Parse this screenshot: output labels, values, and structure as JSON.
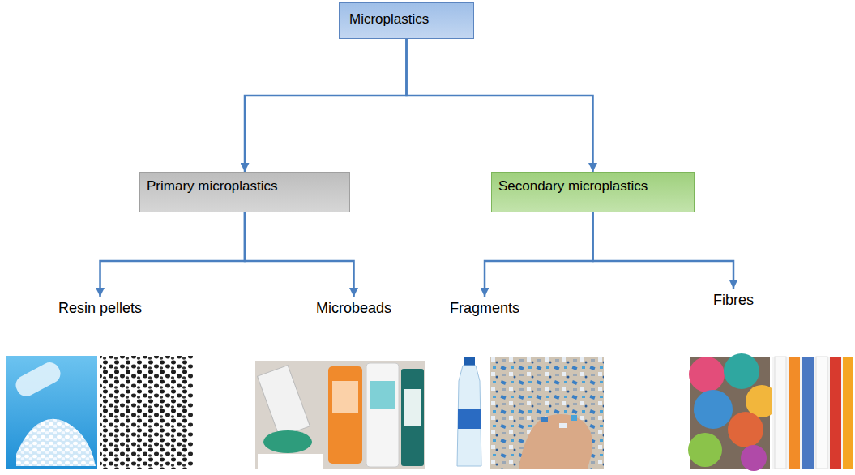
{
  "diagram": {
    "nodes": [
      {
        "text": [
          "Microplastics"
        ]
      },
      {
        "text": [
          "Primary microplastics"
        ]
      },
      {
        "text": [
          "Secondary microplastics"
        ]
      },
      {
        "text": [
          "Resin pellets"
        ]
      },
      {
        "text": [
          "Microbeads"
        ]
      },
      {
        "text": [
          "Fragments"
        ]
      },
      {
        "text": [
          "Fibres"
        ]
      }
    ],
    "edges": [
      {
        "from": 0,
        "to": 1,
        "arrow": "to"
      },
      {
        "from": 0,
        "to": 2,
        "arrow": "to"
      },
      {
        "from": 1,
        "to": 3,
        "arrow": "to"
      },
      {
        "from": 1,
        "to": 4,
        "arrow": "to"
      },
      {
        "from": 2,
        "to": 5,
        "arrow": "to"
      },
      {
        "from": 2,
        "to": 6,
        "arrow": "to"
      }
    ]
  }
}
